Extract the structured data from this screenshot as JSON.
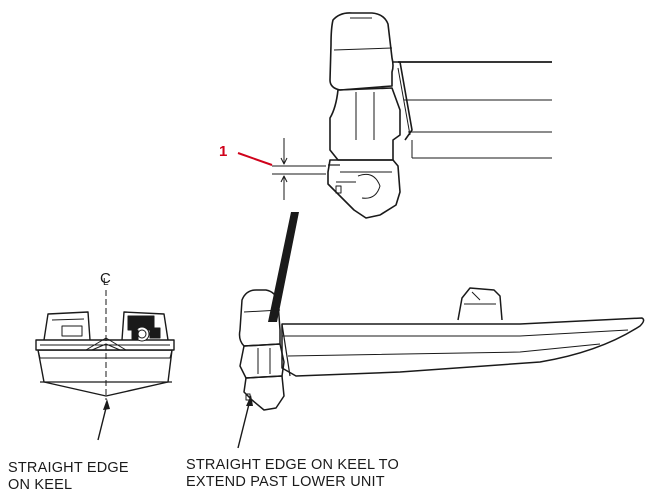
{
  "callout_number": "1",
  "centerline_symbol": "C",
  "centerline_subscript": "L",
  "caption_left_line1": "STRAIGHT EDGE",
  "caption_left_line2": "ON KEEL",
  "caption_right_line1": "STRAIGHT EDGE ON KEEL TO",
  "caption_right_line2": "EXTEND PAST LOWER UNIT",
  "colors": {
    "ink": "#1a1a1a",
    "callout": "#d0021b"
  }
}
